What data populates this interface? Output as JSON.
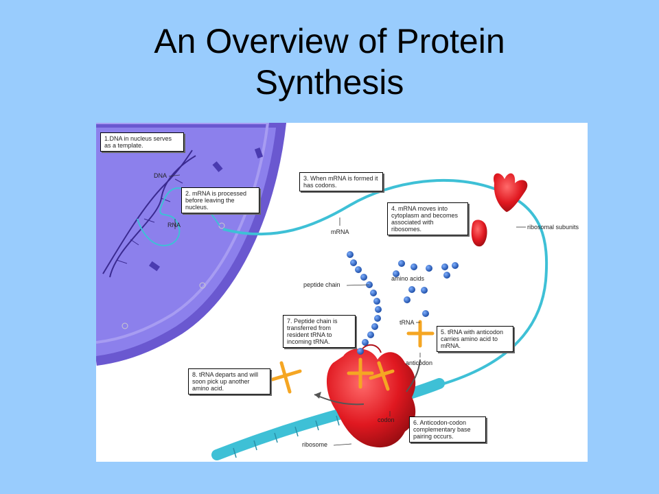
{
  "slide": {
    "title_line1": "An Overview of Protein",
    "title_line2": "Synthesis"
  },
  "figure": {
    "callouts": {
      "step1": "1.DNA in nucleus serves as a template.",
      "step2": "2. mRNA is processed before leaving the nucleus.",
      "step3": "3. When mRNA is formed it has codons.",
      "step4": "4. mRNA moves into cytoplasm and becomes associated with ribosomes.",
      "step5": "5. tRNA with anticodon carries amino acid to mRNA.",
      "step6": "6. Anticodon-codon complementary base pairing occurs.",
      "step7": "7. Peptide chain is transferred from resident tRNA to incoming tRNA.",
      "step8": "8. tRNA departs and will soon pick up another amino acid."
    },
    "labels": {
      "dna": "DNA",
      "rna": "RNA",
      "mrna": "mRNA",
      "ribosomal_subunits": "ribosomal subunits",
      "peptide_chain": "peptide chain",
      "amino_acids": "amino acids",
      "trna": "tRNA",
      "anticodon": "anticodon",
      "codon": "codon",
      "ribosome": "ribosome"
    },
    "colors": {
      "nucleus": "#8a7ee8",
      "nucleus_edge": "#5f4fc6",
      "mrna": "#3ec0d6",
      "ribosome": "#e01820",
      "trna": "#f5a623",
      "amino_acid": "#1f5fc0"
    }
  }
}
